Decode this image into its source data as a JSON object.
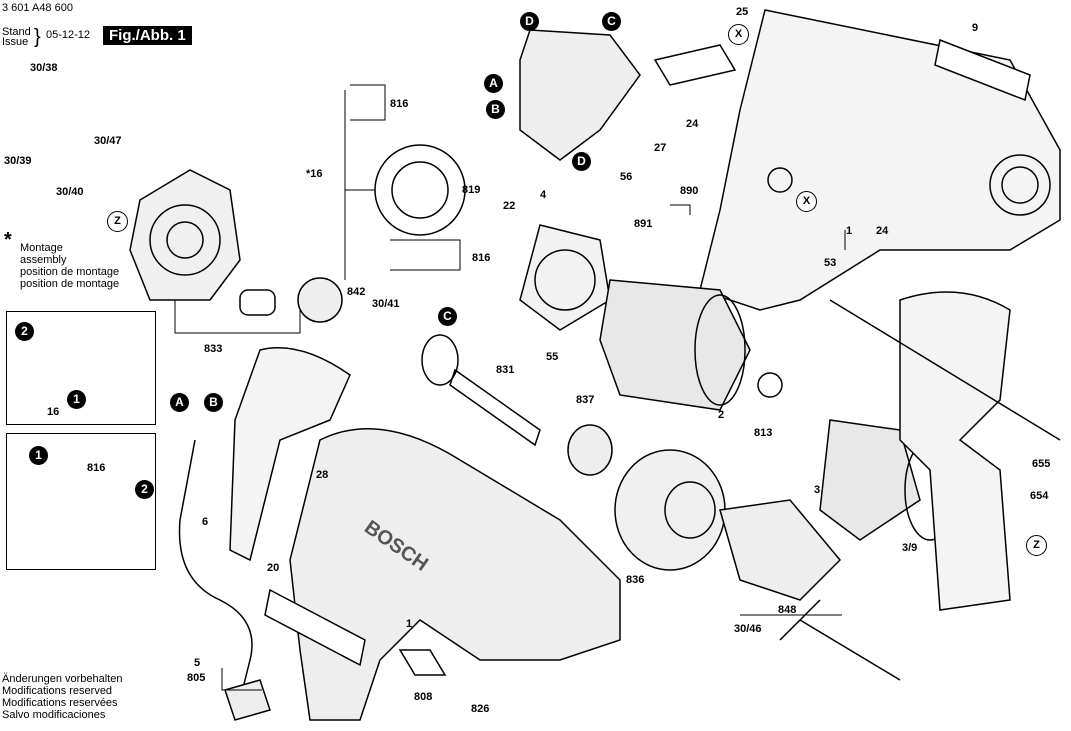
{
  "header": {
    "doc_number": "3 601 A48 600",
    "stand": "Stand",
    "issue": "Issue",
    "date": "05-12-12",
    "figure": "Fig./Abb. 1"
  },
  "legend": {
    "star": "*",
    "lines": [
      "Montage",
      "assembly",
      "position de montage",
      "position de montage"
    ]
  },
  "footer": [
    "Änderungen vorbehalten",
    "Modifications reserved",
    "Modifications reservées",
    "Salvo modificaciones"
  ],
  "brand": "BOSCH",
  "part_labels": [
    "30/38",
    "30/47",
    "30/39",
    "30/40",
    "816",
    "*16",
    "816",
    "842",
    "30/41",
    "833",
    "819",
    "4",
    "22",
    "56",
    "890",
    "891",
    "55",
    "25",
    "27",
    "24",
    "9",
    "1",
    "24",
    "53",
    "831",
    "837",
    "2",
    "813",
    "3",
    "3/9",
    "655",
    "654",
    "836",
    "848",
    "30/46",
    "28",
    "6",
    "20",
    "1",
    "5",
    "805",
    "808",
    "826"
  ],
  "callouts": {
    "x": "X",
    "z": "Z",
    "a": "A",
    "b": "B",
    "c": "C",
    "d": "D"
  },
  "inset_labels": {
    "i1_step2": "2",
    "i1_step1": "1",
    "i1_part": "16",
    "i2_step1": "1",
    "i2_part": "816",
    "i2_step2": "2"
  }
}
